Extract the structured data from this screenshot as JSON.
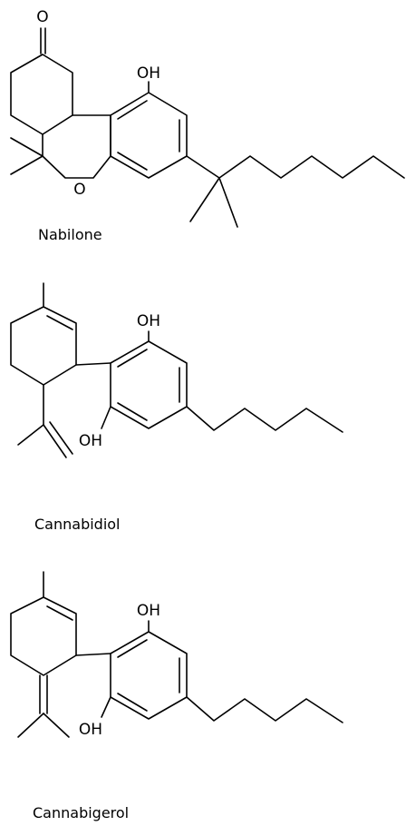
{
  "compounds": [
    {
      "name": "Nabilone",
      "atoms": {
        "carbonyl_o": "O",
        "hydroxyl": "OH",
        "ring_o": "O"
      }
    },
    {
      "name": "Cannabidiol",
      "atoms": {
        "hydroxyl_top": "OH",
        "hydroxyl_bottom": "OH"
      }
    },
    {
      "name": "Cannabigerol",
      "atoms": {
        "hydroxyl_top": "OH",
        "hydroxyl_bottom": "OH"
      }
    }
  ]
}
